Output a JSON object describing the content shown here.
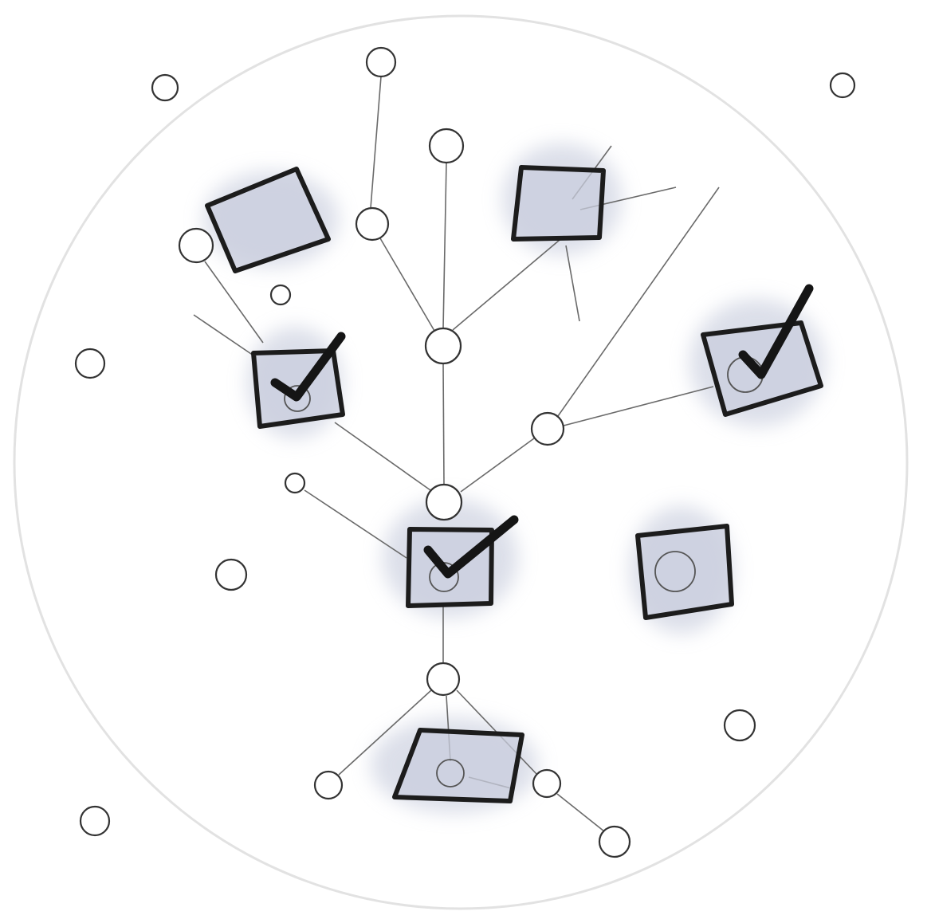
{
  "illustration": {
    "subject": "network-of-checkboxes",
    "colors": {
      "ink": "#1c1c1c",
      "line": "#6a6a6a",
      "box_fill": "#c9cedd",
      "wash": "#bfc5d8",
      "frame": "#e2e2e2"
    },
    "icons": [
      "checkbox-checked-icon",
      "checkbox-empty-icon",
      "node-icon",
      "checkmark-icon"
    ],
    "checked_boxes": 3,
    "total_boxes": 7
  }
}
